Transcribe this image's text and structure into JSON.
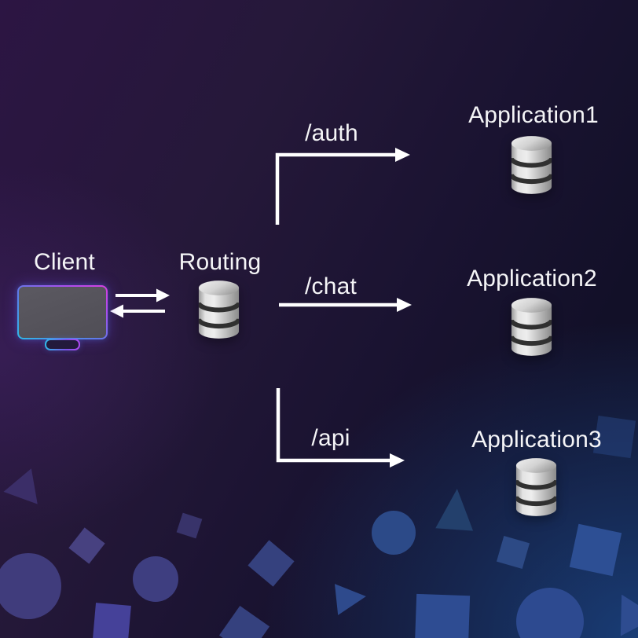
{
  "diagram": {
    "client": {
      "label": "Client",
      "icon": "monitor-icon"
    },
    "router": {
      "label": "Routing",
      "icon": "database-icon"
    },
    "routes": [
      {
        "path": "/auth",
        "target": {
          "label": "Application1",
          "icon": "database-icon"
        }
      },
      {
        "path": "/chat",
        "target": {
          "label": "Application2",
          "icon": "database-icon"
        }
      },
      {
        "path": "/api",
        "target": {
          "label": "Application3",
          "icon": "database-icon"
        }
      }
    ],
    "colors": {
      "background_top_left": "#2a1340",
      "background_top_right": "#120f26",
      "background_bottom_right": "#1d3a66",
      "arrow": "#ffffff",
      "label_text": "#f5f5f7",
      "client_accent_cyan": "#2fb9e8",
      "client_accent_magenta": "#c24bea",
      "database_metal_light": "#eeeeee",
      "database_metal_dark": "#8b8b8b",
      "decor_purple": "#403c7c",
      "decor_blue": "#2d4a90"
    }
  }
}
